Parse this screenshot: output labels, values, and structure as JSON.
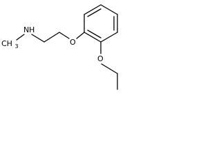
{
  "molecule": {
    "atoms": {
      "amine_nitrogen": "N",
      "amine_hydrogen": "H",
      "methyl_on_nitrogen": "CH3",
      "ether_oxygen_1": "O",
      "ether_oxygen_2": "O"
    },
    "bond_color": "#000000",
    "background_color": "#ffffff"
  }
}
